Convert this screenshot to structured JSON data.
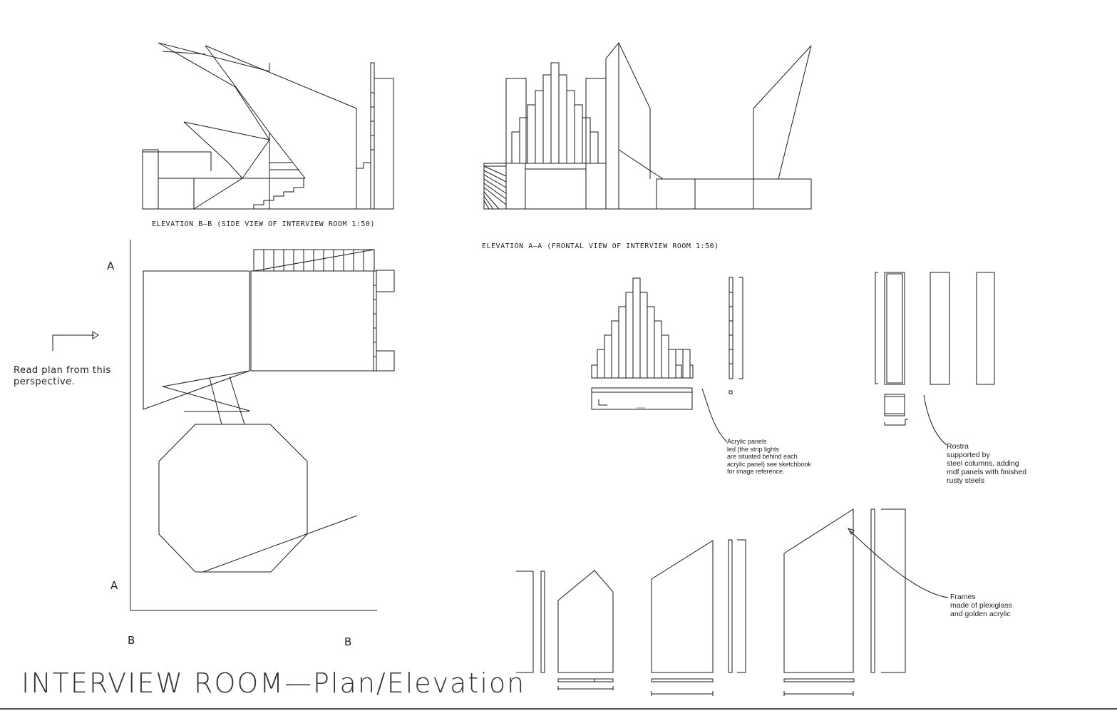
{
  "sheet": {
    "title": "INTERVIEW ROOM—Plan/Elevation",
    "elevation_bb_caption": "ELEVATION B—B (SIDE VIEW OF INTERVIEW ROOM 1:50)",
    "elevation_aa_caption": "ELEVATION A—A (FRONTAL VIEW OF INTERVIEW ROOM 1:50)",
    "section_marker_a_top": "A",
    "section_marker_a_bottom": "A",
    "section_marker_b_left": "B",
    "section_marker_b_right": "B",
    "read_plan_note": "Read plan from this\nperspective.",
    "acrylic_note": "Acrylic panels\nled (the strip lights\nare situated behind each\nacrylic panel) see sketchbook\nfor image reference.",
    "rostra_note": "Rostra\nsupported by\nsteel columns, adding\nmdf panels with finished\nrusty steels",
    "frames_note": "Frames\nmade of plexiglass\nand golden acrylic",
    "line_color": "#1a1a1a"
  }
}
